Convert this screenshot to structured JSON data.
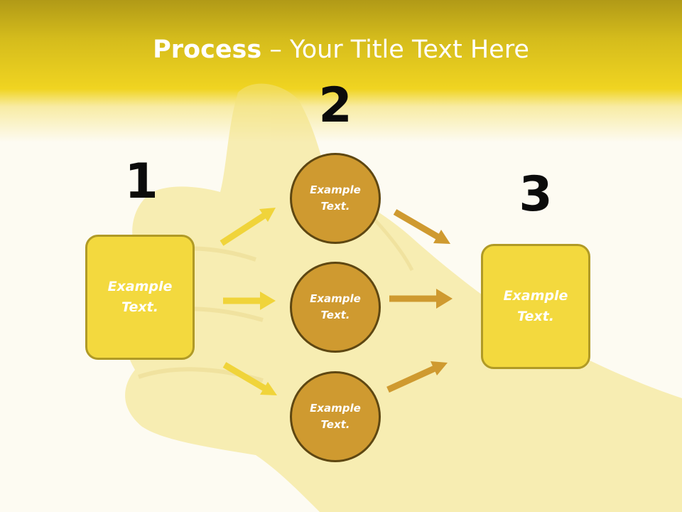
{
  "title": {
    "bold": "Process",
    "rest": " – Your Title Text Here"
  },
  "steps": [
    {
      "number": "1",
      "text_line1": "Example",
      "text_line2": "Text."
    },
    {
      "number": "2"
    },
    {
      "number": "3",
      "text_line1": "Example",
      "text_line2": "Text."
    }
  ],
  "circles": [
    {
      "text_line1": "Example",
      "text_line2": "Text."
    },
    {
      "text_line1": "Example",
      "text_line2": "Text."
    },
    {
      "text_line1": "Example",
      "text_line2": "Text."
    }
  ],
  "colors": {
    "header": "#f0d421",
    "box_fill": "#f3d93e",
    "circle_fill": "#cf9a30",
    "left_arrows": "#f0d43a",
    "right_arrows": "#cf9a30"
  }
}
